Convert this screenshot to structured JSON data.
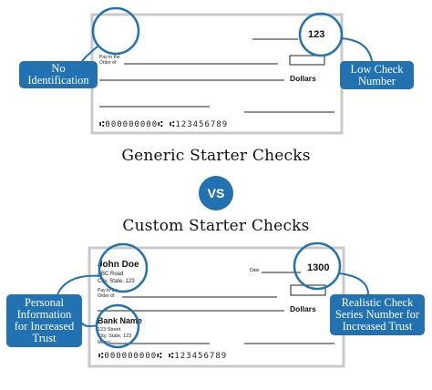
{
  "generic_check": {
    "pay_to_line1": "Pay to the",
    "pay_to_line2": "Order of",
    "check_number": "123",
    "dollars_label": "Dollars",
    "micr_line": "⑆000000000⑆ ⑆123456789"
  },
  "callouts": {
    "no_identification": "No\nIdentification",
    "low_check_number": "Low Check\nNumber",
    "personal_information": "Personal\nInformation\nfor Increased\nTrust",
    "realistic_check_series": "Realistic Check\nSeries Number for\nIncreased Trust"
  },
  "headings": {
    "generic": "Generic Starter Checks",
    "vs": "VS",
    "custom": "Custom Starter Checks"
  },
  "custom_check": {
    "name": "John Doe",
    "address1": "ABC Road",
    "address2": "City, State, 123",
    "date_label": "Date",
    "check_number": "1300",
    "pay_to_line1": "Pay to the",
    "pay_to_line2": "Order of",
    "dollars_label": "Dollars",
    "bank_name": "Bank Name",
    "bank_address1": "123 Street",
    "bank_address2": "City, State, 123",
    "memo_label": "Memo",
    "micr_line": "⑆000000000⑆ ⑆123456789"
  },
  "colors": {
    "accent": "#2271b1",
    "check_border": "#c9c9c9"
  }
}
